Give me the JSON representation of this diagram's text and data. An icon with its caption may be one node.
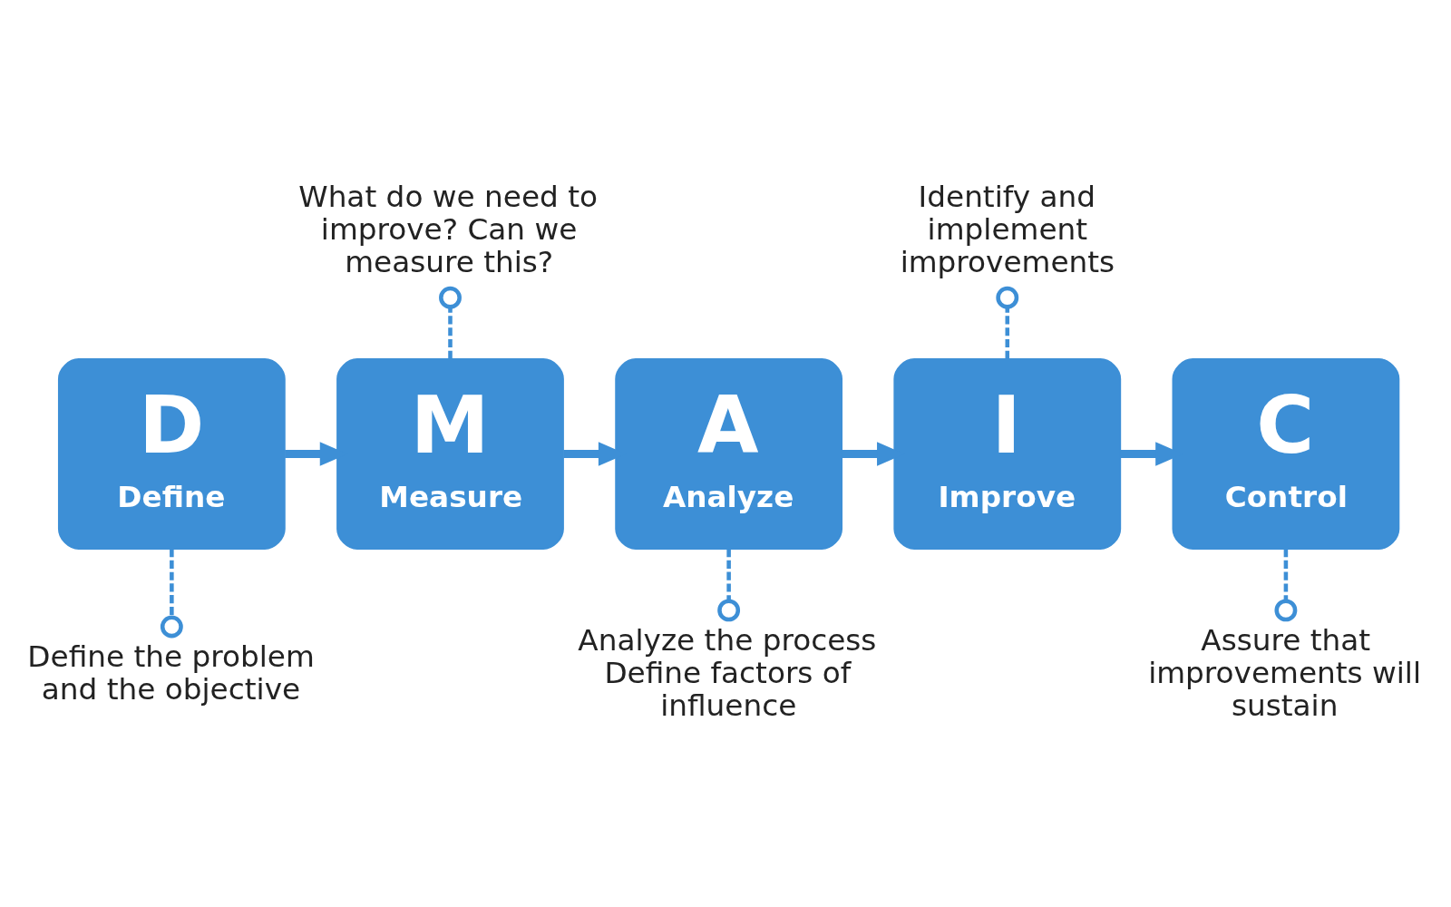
{
  "diagram": {
    "nodes": [
      {
        "text": [
          "D",
          "Define"
        ]
      },
      {
        "text": [
          "M",
          "Measure"
        ]
      },
      {
        "text": [
          "A",
          "Analyze"
        ]
      },
      {
        "text": [
          "I",
          "Improve"
        ]
      },
      {
        "text": [
          "C",
          "Control"
        ]
      },
      {
        "text": [
          "Define the problem and the objective"
        ]
      },
      {
        "text": [
          "What do we need to improve? Can we measure this?"
        ]
      },
      {
        "text": [
          "Analyze the process",
          "Define factors of influence"
        ]
      },
      {
        "text": [
          "Identify and implement improvements"
        ]
      },
      {
        "text": [
          "Assure that improvements will sustain"
        ]
      }
    ],
    "edges": [
      {
        "from": 0,
        "to": 1,
        "arrow": "to",
        "style": "thick"
      },
      {
        "from": 1,
        "to": 2,
        "arrow": "to",
        "style": "thick"
      },
      {
        "from": 2,
        "to": 3,
        "arrow": "to",
        "style": "thick"
      },
      {
        "from": 3,
        "to": 4,
        "arrow": "to",
        "style": "thick"
      },
      {
        "from": 0,
        "to": 5,
        "arrow": "other",
        "style": "dashed"
      },
      {
        "from": 1,
        "to": 6,
        "arrow": "other",
        "style": "dashed"
      },
      {
        "from": 2,
        "to": 7,
        "arrow": "other",
        "style": "dashed"
      },
      {
        "from": 3,
        "to": 8,
        "arrow": "other",
        "style": "dashed"
      },
      {
        "from": 4,
        "to": 9,
        "arrow": "other",
        "style": "dashed"
      }
    ]
  }
}
